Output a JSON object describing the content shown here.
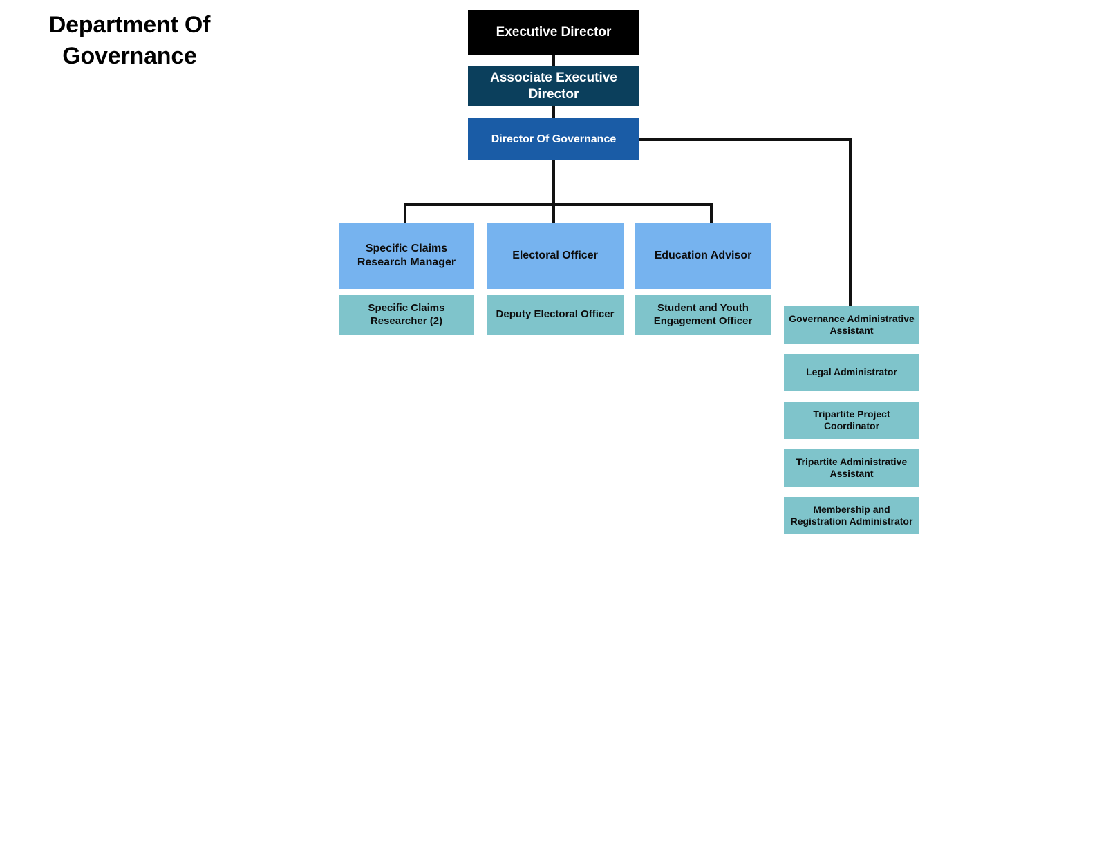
{
  "page": {
    "title": "Department Of Governance",
    "title_lines": "Department Of\nGovernance",
    "background": "#ffffff"
  },
  "palette": {
    "executive": "#000000",
    "associate": "#0b3f5c",
    "director": "#1a5ca6",
    "manager": "#76b3ef",
    "staff": "#7fc4cb",
    "connector": "#111111",
    "text_light": "#ffffff",
    "text_dark": "#0d0d0d"
  },
  "chart_data": {
    "type": "org-chart",
    "title": "Department Of Governance",
    "orientation": "top-down",
    "levels": 4,
    "nodes": [
      {
        "id": "exec",
        "label": "Executive Director",
        "level": 1,
        "color": "#000000",
        "parent": null
      },
      {
        "id": "assoc",
        "label": "Associate Executive Director",
        "level": 2,
        "color": "#0b3f5c",
        "parent": "exec"
      },
      {
        "id": "dir",
        "label": "Director Of Governance",
        "level": 3,
        "color": "#1a5ca6",
        "parent": "assoc"
      },
      {
        "id": "claims_mgr",
        "label": "Specific Claims Research Manager",
        "level": 4,
        "color": "#76b3ef",
        "parent": "dir"
      },
      {
        "id": "electoral",
        "label": "Electoral Officer",
        "level": 4,
        "color": "#76b3ef",
        "parent": "dir"
      },
      {
        "id": "education",
        "label": "Education Advisor",
        "level": 4,
        "color": "#76b3ef",
        "parent": "dir"
      },
      {
        "id": "claims_res",
        "label": "Specific Claims Researcher (2)",
        "level": 5,
        "color": "#7fc4cb",
        "parent": "claims_mgr"
      },
      {
        "id": "dep_electoral",
        "label": "Deputy Electoral Officer",
        "level": 5,
        "color": "#7fc4cb",
        "parent": "electoral"
      },
      {
        "id": "student",
        "label": "Student and Youth Engagement Officer",
        "level": 5,
        "color": "#7fc4cb",
        "parent": "education"
      },
      {
        "id": "gov_admin",
        "label": "Governance Administrative Assistant",
        "level": 4,
        "color": "#7fc4cb",
        "parent": "dir"
      },
      {
        "id": "legal_admin",
        "label": "Legal Administrator",
        "level": 4,
        "color": "#7fc4cb",
        "parent": "dir"
      },
      {
        "id": "tri_coord",
        "label": "Tripartite Project Coordinator",
        "level": 4,
        "color": "#7fc4cb",
        "parent": "dir"
      },
      {
        "id": "tri_admin",
        "label": "Tripartite Administrative Assistant",
        "level": 4,
        "color": "#7fc4cb",
        "parent": "dir"
      },
      {
        "id": "membership",
        "label": "Membership and Registration Administrator",
        "level": 4,
        "color": "#7fc4cb",
        "parent": "dir"
      }
    ]
  },
  "hierarchy": {
    "executive_director": "Executive Director",
    "associate_executive_director": "Associate Executive Director",
    "director_of_governance": "Director Of Governance",
    "branches": [
      {
        "manager": "Specific Claims Research Manager",
        "staff": "Specific Claims Researcher (2)"
      },
      {
        "manager": "Electoral Officer",
        "staff": "Deputy Electoral Officer"
      },
      {
        "manager": "Education Advisor",
        "staff": "Student and Youth Engagement Officer"
      }
    ],
    "administrative_column": [
      "Governance Administrative Assistant",
      "Legal Administrator",
      "Tripartite Project Coordinator",
      "Tripartite Administrative Assistant",
      "Membership and Registration Administrator"
    ]
  }
}
